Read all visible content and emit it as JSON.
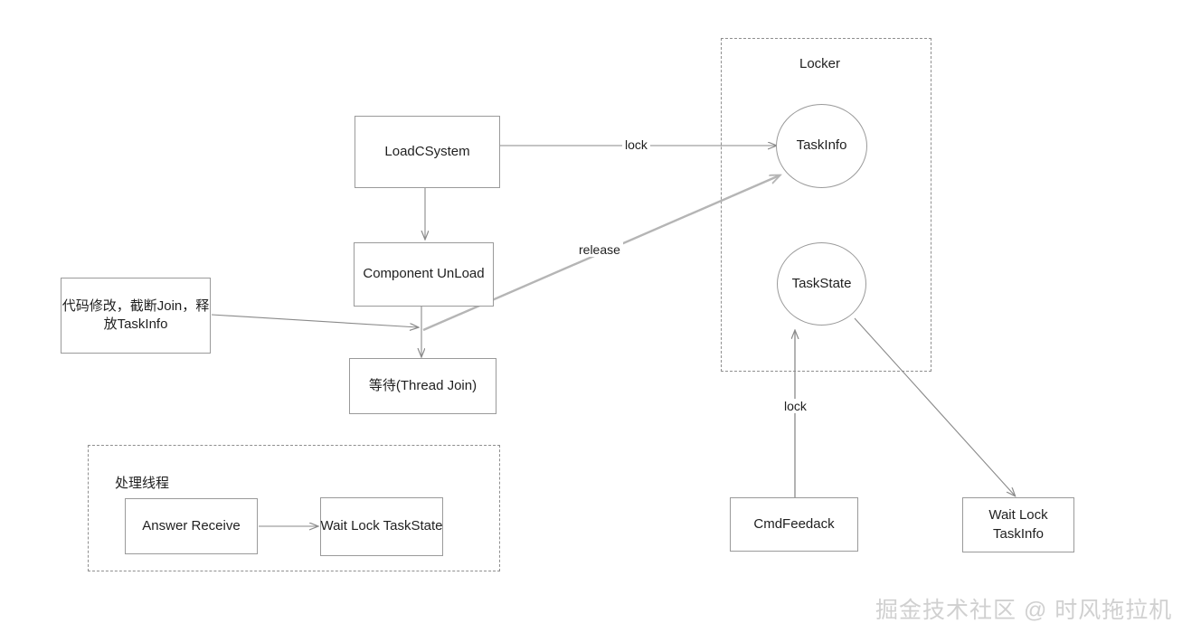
{
  "diagram": {
    "title_watermark": "掘金技术社区 @ 时风拖拉机",
    "groups": [
      {
        "id": "locker",
        "label": "Locker"
      },
      {
        "id": "worker-thread",
        "label": "处理线程"
      }
    ],
    "nodes": [
      {
        "id": "load-csystem",
        "label": "LoadCSystem",
        "shape": "rect"
      },
      {
        "id": "component-unload",
        "label": "Component UnLoad",
        "shape": "rect"
      },
      {
        "id": "code-change-note",
        "label": "代码修改，截断Join，释\n放TaskInfo",
        "shape": "rect"
      },
      {
        "id": "thread-join-wait",
        "label": "等待(Thread Join)",
        "shape": "rect"
      },
      {
        "id": "taskinfo",
        "label": "TaskInfo",
        "shape": "circle"
      },
      {
        "id": "taskstate",
        "label": "TaskState",
        "shape": "circle"
      },
      {
        "id": "answer-receive",
        "label": "Answer Receive",
        "shape": "rect"
      },
      {
        "id": "wait-lock-taskstate",
        "label": "Wait Lock TaskState",
        "shape": "rect"
      },
      {
        "id": "cmd-feedack",
        "label": "CmdFeedack",
        "shape": "rect"
      },
      {
        "id": "wait-lock-taskinfo",
        "label": "Wait Lock\nTaskInfo",
        "shape": "rect"
      }
    ],
    "edges": [
      {
        "id": "edge-load-to-taskinfo",
        "from": "load-csystem",
        "to": "taskinfo",
        "label": "lock"
      },
      {
        "id": "edge-load-to-unload",
        "from": "load-csystem",
        "to": "component-unload",
        "label": ""
      },
      {
        "id": "edge-unload-to-join",
        "from": "component-unload",
        "to": "thread-join-wait",
        "label": ""
      },
      {
        "id": "edge-note-to-join",
        "from": "code-change-note",
        "to": "thread-join-wait",
        "label": ""
      },
      {
        "id": "edge-release-to-taskinfo",
        "from": "thread-join-wait",
        "to": "taskinfo",
        "label": "release"
      },
      {
        "id": "edge-cmdfeedack-to-taskstate",
        "from": "cmd-feedack",
        "to": "taskstate",
        "label": "lock"
      },
      {
        "id": "edge-taskstate-to-waitlock",
        "from": "taskstate",
        "to": "wait-lock-taskinfo",
        "label": ""
      },
      {
        "id": "edge-answer-to-waitlock-state",
        "from": "answer-receive",
        "to": "wait-lock-taskstate",
        "label": ""
      }
    ],
    "colors": {
      "stroke": "#9a9a9a",
      "edge": "#8a8a8a",
      "edge_thick": "#b5b5b5",
      "text": "#1f1f1f",
      "watermark": "#d0d0d0",
      "background": "#ffffff"
    }
  }
}
